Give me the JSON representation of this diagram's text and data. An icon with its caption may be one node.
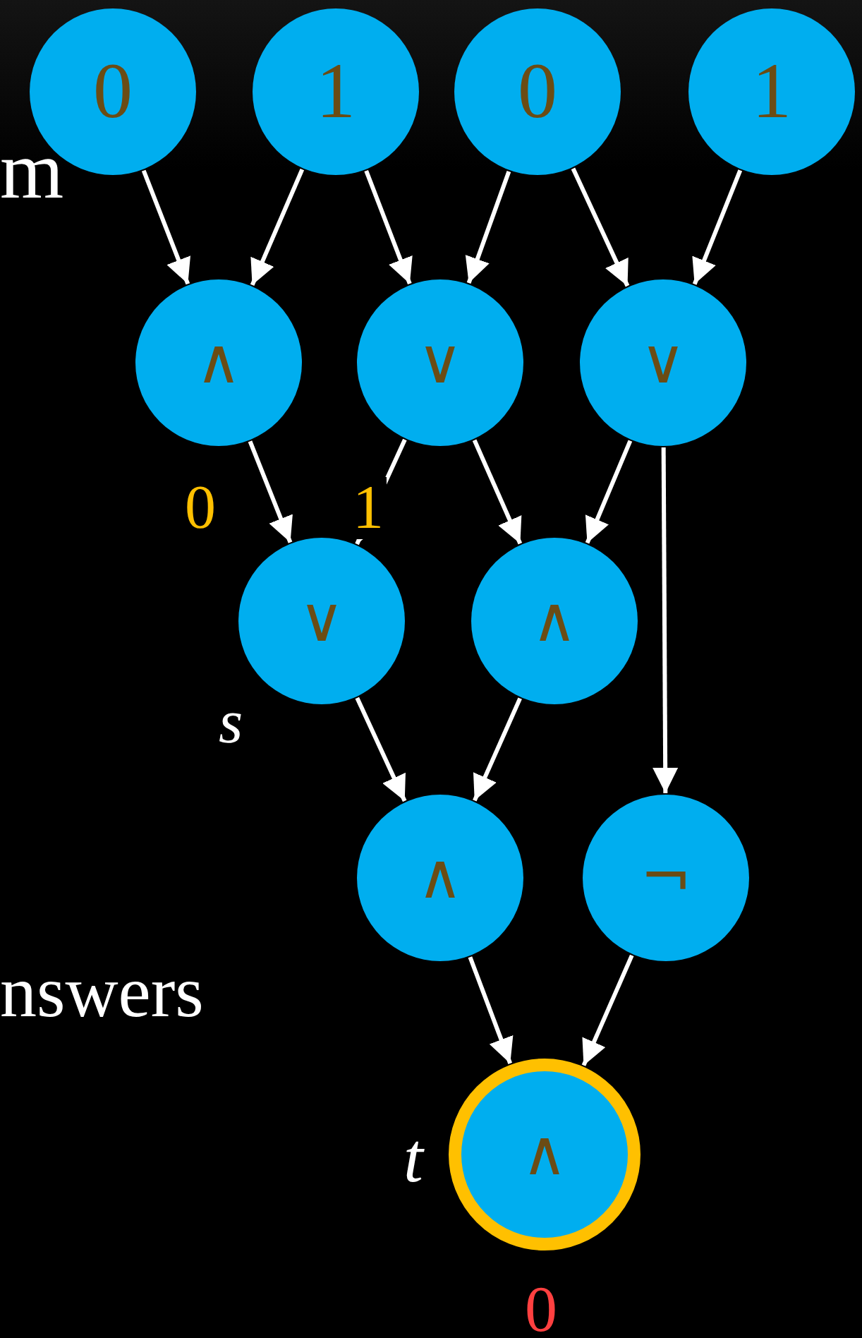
{
  "diagram": {
    "nodes": [
      {
        "text": [
          "0"
        ]
      },
      {
        "text": [
          "1"
        ]
      },
      {
        "text": [
          "0"
        ]
      },
      {
        "text": [
          "1"
        ]
      },
      {
        "text": [
          "∧"
        ]
      },
      {
        "text": [
          "∨"
        ]
      },
      {
        "text": [
          "∨"
        ]
      },
      {
        "text": [
          "∨"
        ],
        "beside": [
          "s"
        ]
      },
      {
        "text": [
          "∧"
        ]
      },
      {
        "text": [
          "∧"
        ]
      },
      {
        "text": [
          "¬"
        ]
      },
      {
        "text": [
          "∧"
        ],
        "beside": [
          "t",
          "0"
        ]
      }
    ],
    "edges": [
      {
        "from": 0,
        "to": 4,
        "arrow": "to"
      },
      {
        "from": 1,
        "to": 4,
        "arrow": "to"
      },
      {
        "from": 1,
        "to": 5,
        "arrow": "to"
      },
      {
        "from": 2,
        "to": 5,
        "arrow": "to"
      },
      {
        "from": 2,
        "to": 6,
        "arrow": "to"
      },
      {
        "from": 3,
        "to": 6,
        "arrow": "to"
      },
      {
        "from": 4,
        "to": 7,
        "arrow": "to",
        "label": "0"
      },
      {
        "from": 5,
        "to": 7,
        "arrow": "to",
        "label": "1"
      },
      {
        "from": 5,
        "to": 8,
        "arrow": "to"
      },
      {
        "from": 6,
        "to": 8,
        "arrow": "to"
      },
      {
        "from": 6,
        "to": 10,
        "arrow": "to"
      },
      {
        "from": 7,
        "to": 9,
        "arrow": "to"
      },
      {
        "from": 8,
        "to": 9,
        "arrow": "to"
      },
      {
        "from": 9,
        "to": 11,
        "arrow": "to"
      },
      {
        "from": 10,
        "to": 11,
        "arrow": "to"
      }
    ],
    "labels": [
      "m",
      "nswers"
    ]
  }
}
